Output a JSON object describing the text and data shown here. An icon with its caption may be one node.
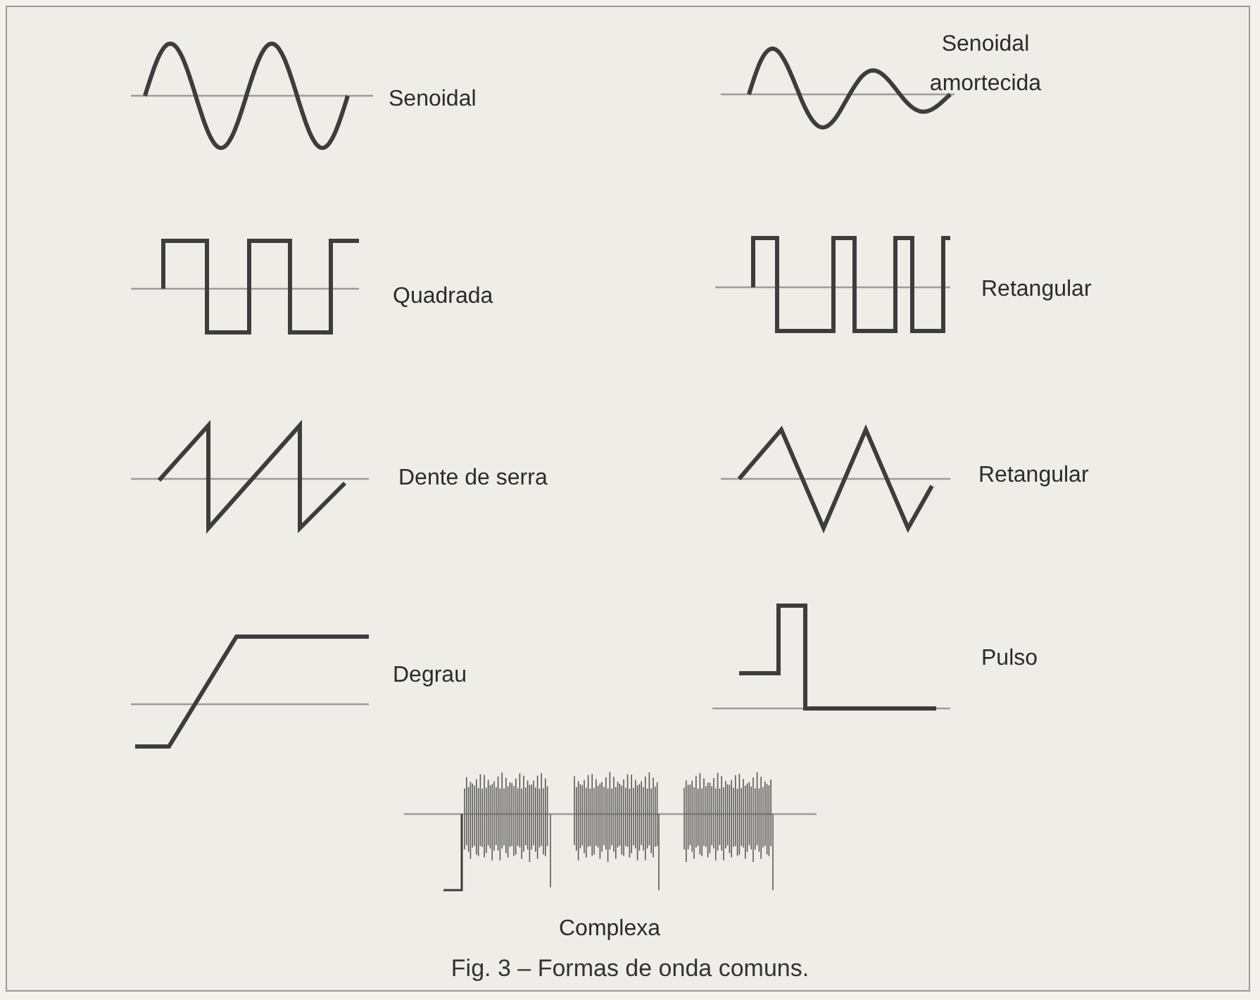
{
  "diagram": {
    "caption": "Fig. 3 – Formas de onda comuns.",
    "labels": [
      "Senoidal",
      "Senoidal amortecida",
      "Quadrada",
      "Retangular",
      "Dente de serra",
      "Retangular",
      "Degrau",
      "Pulso",
      "Complexa"
    ]
  }
}
